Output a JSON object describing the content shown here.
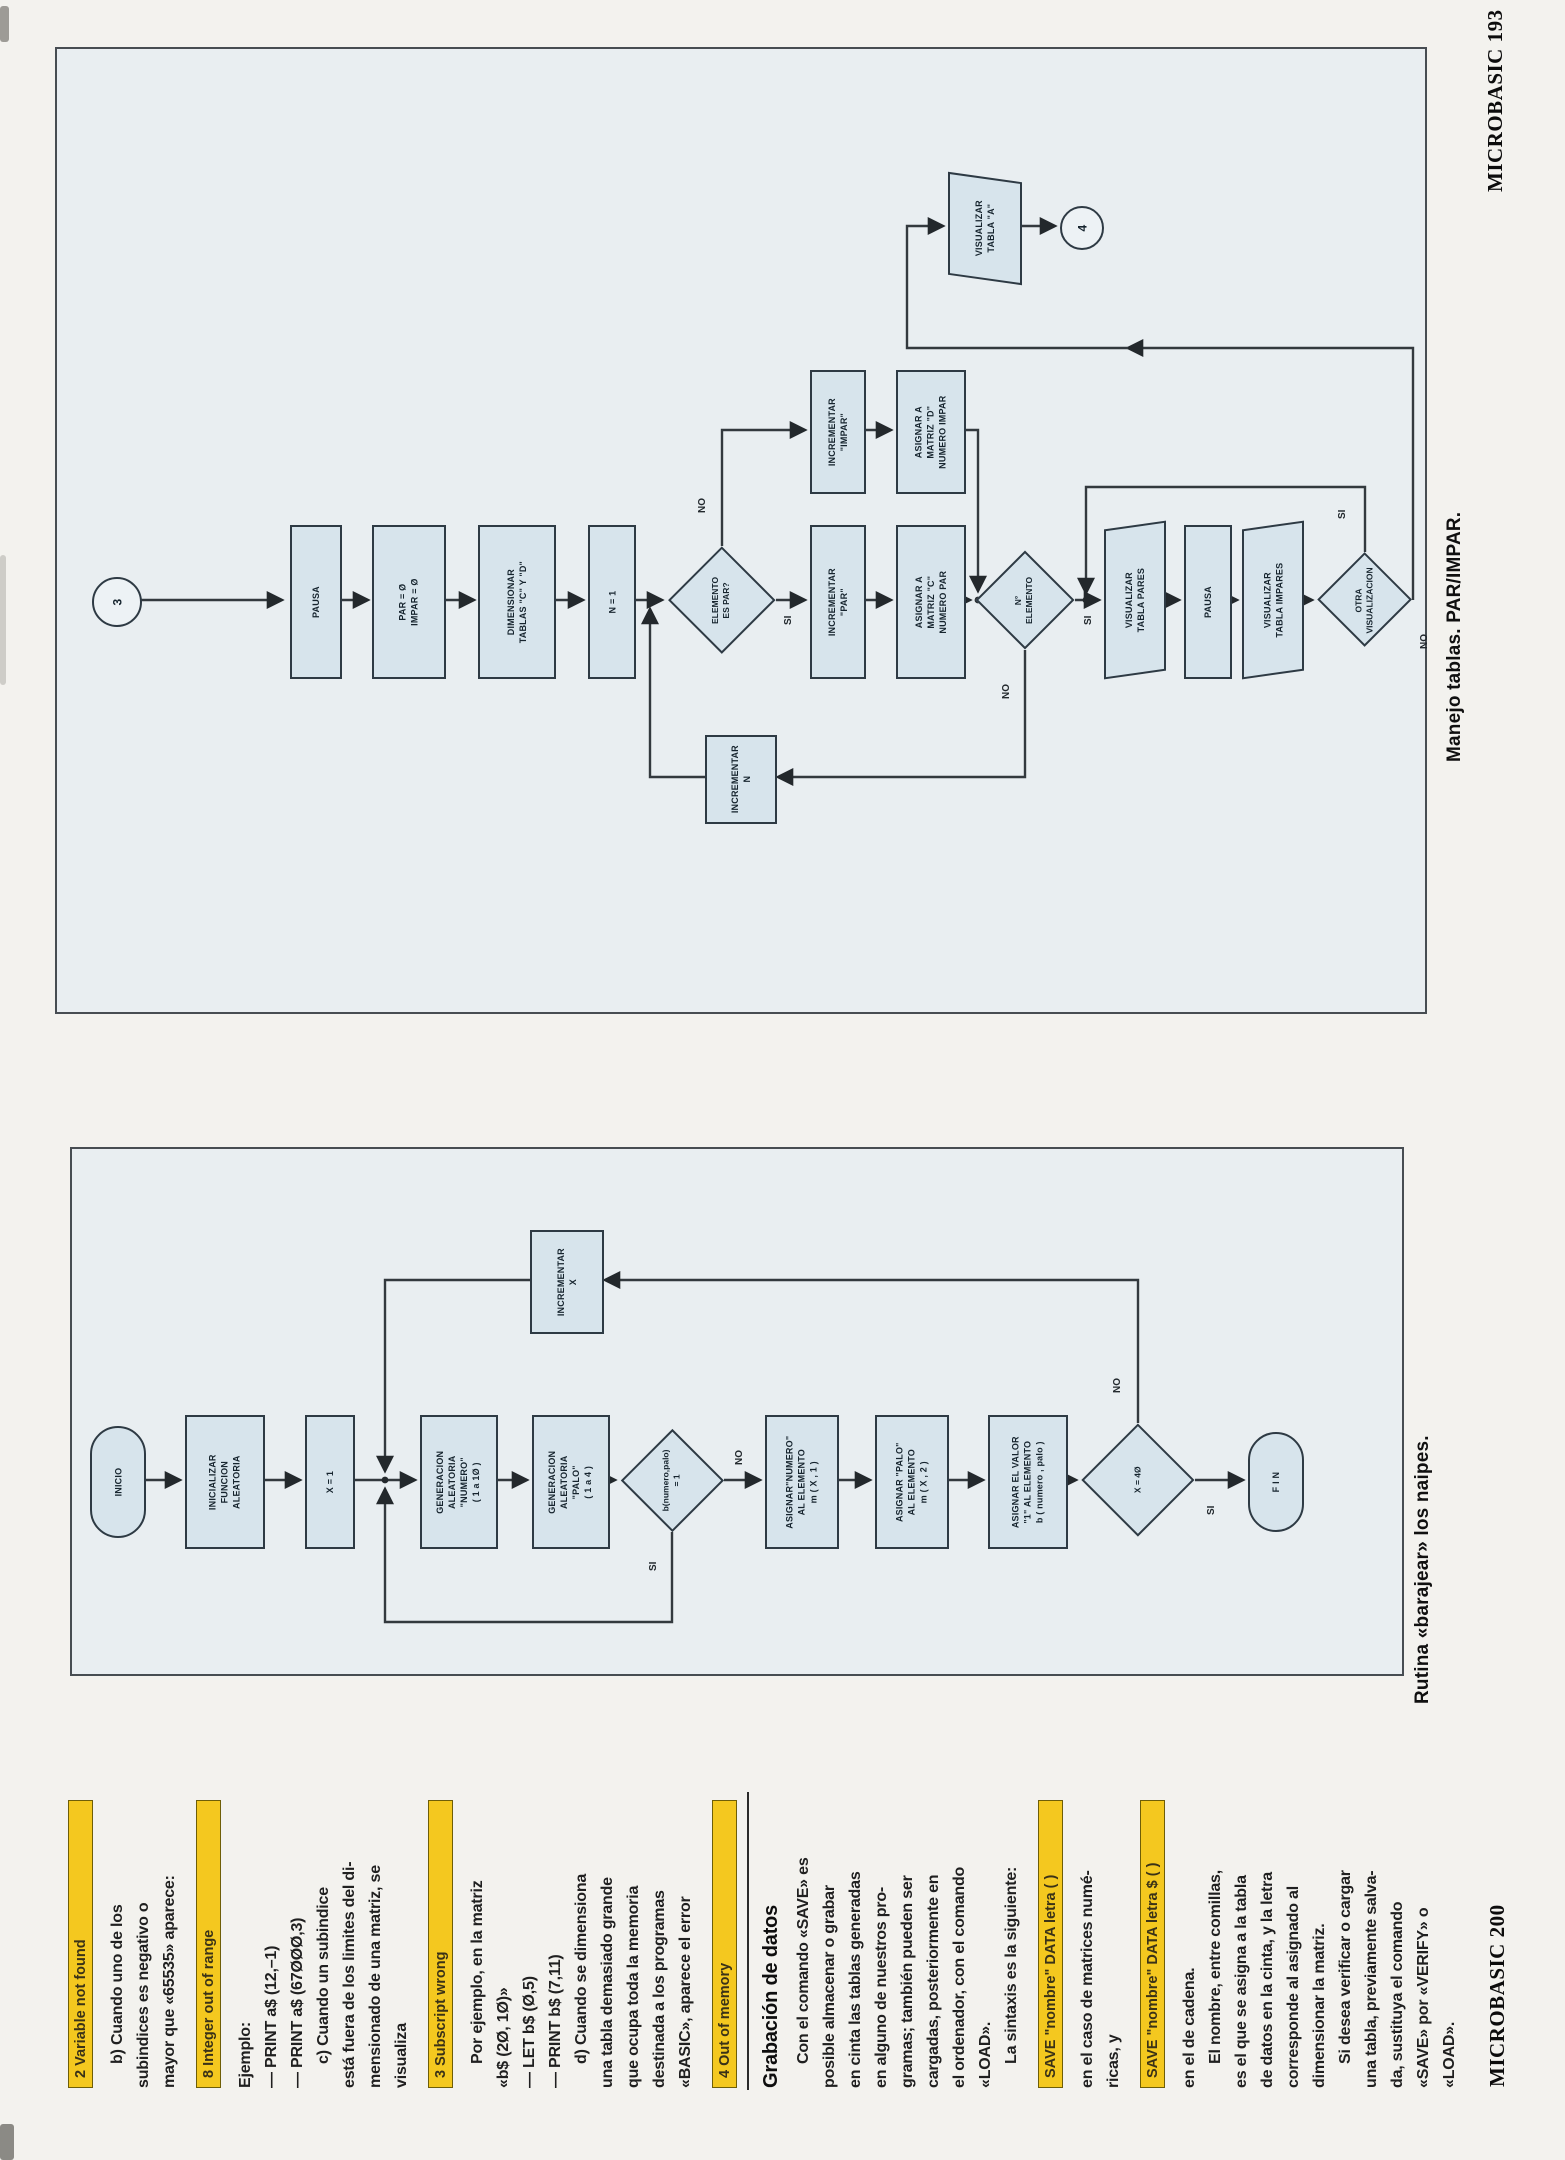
{
  "page": {
    "footer_top": "MICROBASIC 193",
    "footer_bottom": "MICROBASIC 200"
  },
  "colors": {
    "highlight_yellow": "#f4c81f",
    "node_fill": "#d7e4ec",
    "panel_background": "#e9eef1",
    "ink": "#2e3a44"
  },
  "fc1": {
    "caption": "Manejo tablas. PAR/IMPAR.",
    "labels": {
      "start": "3",
      "pausa": "PAUSA",
      "init": "PAR = Ø\nIMPAR = Ø",
      "dim": "DIMENSIONAR\nTABLAS \"C\" Y \"D\"",
      "n1": "N = 1",
      "d_par": "ELEMENTO\nES PAR?",
      "inc_par": "INCREMENTAR\n\"PAR\"",
      "asig_c": "ASIGNAR A\nMATRIZ \"C\"\nNUMERO PAR",
      "inc_impar": "INCREMENTAR\n\"IMPAR\"",
      "asig_d": "ASIGNAR A\nMATRIZ \"D\"\nNUMERO IMPAR",
      "d_elem": "N°\nELEMENTO",
      "inc_n": "INCREMENTAR\nN",
      "vis_pares": "VISUALIZAR\nTABLA PARES",
      "pausa2": "PAUSA",
      "vis_impares": "VISUALIZAR\nTABLA IMPARES",
      "d_otra": "OTRA\nVISUALIZACION",
      "vis_a": "VISUALIZAR\nTABLA \"A\"",
      "end": "4",
      "si": "SI",
      "no": "NO"
    }
  },
  "fc2": {
    "caption": "Rutina «barajear» los naipes.",
    "labels": {
      "inicio": "INICIO",
      "init": "INICIALIZAR\nFUNCION\nALEATORIA",
      "x1": "X = 1",
      "gen_num": "GENERACION\nALEATORIA\n\"NUMERO\"\n( 1 a 1Ø )",
      "gen_palo": "GENERACION\nALEATORIA\n\"PALO\"\n( 1 a 4 )",
      "d_rep": "b(numero,palo)\n= 1",
      "asig_num": "ASIGNAR\"NUMERO\"\nAL ELEMENTO\nm ( X , 1 )",
      "asig_palo": "ASIGNAR \"PALO\"\nAL ELEMENTO\nm ( X , 2 )",
      "asig_val": "ASIGNAR EL VALOR\n\"1\" AL ELEMENTO\nb ( numero , palo )",
      "inc_x": "INCREMENTAR\nX",
      "d_fin": "X = 4Ø",
      "fin": "F I N",
      "si": "SI",
      "no": "NO"
    }
  },
  "bottom_text": {
    "lines": [
      {
        "text": "2 Variable not found",
        "style": "y"
      },
      {
        "text": "b) Cuando uno de los",
        "ind": true,
        "gap": true
      },
      {
        "text": "subindices es negativo o"
      },
      {
        "text": "mayor que «65535» aparece:"
      },
      {
        "text": "8 Integer out of range",
        "style": "y",
        "gap": true
      },
      {
        "text": "Ejemplo:",
        "gap": true
      },
      {
        "text": "— PRINT a$ (12,–1)"
      },
      {
        "text": "— PRINT a$ (67ØØØ,3)"
      },
      {
        "text": "c) Cuando un subindice",
        "ind": true
      },
      {
        "text": "está fuera de los limites del di-"
      },
      {
        "text": "mensionado de una matriz, se"
      },
      {
        "text": "visualiza"
      },
      {
        "text": "3 Subscript wrong",
        "style": "y",
        "gap": true
      },
      {
        "text": "Por ejemplo, en la matriz",
        "ind": true,
        "gap": true
      },
      {
        "text": "«b$ (2Ø, 1Ø)»"
      },
      {
        "text": "— LET b$ (Ø,5)"
      },
      {
        "text": "— PRINT b$ (7,11)"
      },
      {
        "text": "d) Cuando se dimensiona",
        "ind": true
      },
      {
        "text": "una tabla demasiado grande"
      },
      {
        "text": "que ocupa toda la memoria"
      },
      {
        "text": "destinada a los programas"
      },
      {
        "text": "«BASIC», aparece el error"
      },
      {
        "text": "4 Out of memory",
        "style": "y",
        "gap": true
      },
      {
        "text": "Grabación de datos",
        "style": "h",
        "gap": true
      },
      {
        "text": "Con el comando «SAVE» es",
        "ind": true
      },
      {
        "text": "posible almacenar o grabar"
      },
      {
        "text": "en cinta las tablas generadas"
      },
      {
        "text": "en alguno de nuestros pro-"
      },
      {
        "text": "gramas; también pueden ser"
      },
      {
        "text": "cargadas, posteriormente en"
      },
      {
        "text": "el ordenador, con el comando"
      },
      {
        "text": "«LOAD»."
      },
      {
        "text": "La sintaxis es la siguiente:",
        "ind": true
      },
      {
        "text": "SAVE \"nombre\" DATA letra ( )",
        "style": "y",
        "gap": true
      },
      {
        "text": "en el caso de matrices numé-",
        "gap": true
      },
      {
        "text": "ricas, y"
      },
      {
        "text": "SAVE \"nombre\" DATA letra $ ( )",
        "style": "y",
        "gap": true
      },
      {
        "text": "en el de cadena.",
        "gap": true
      },
      {
        "text": "El nombre, entre comillas,",
        "ind": true
      },
      {
        "text": "es el que se asigna a la tabla"
      },
      {
        "text": "de datos en la cinta, y la letra"
      },
      {
        "text": "corresponde al asignado al"
      },
      {
        "text": "dimensionar la matriz."
      },
      {
        "text": "Si desea verificar o cargar",
        "ind": true
      },
      {
        "text": "una tabla, previamente salva-"
      },
      {
        "text": "da, sustituya el comando"
      },
      {
        "text": "«SAVE» por «VERIFY» o"
      },
      {
        "text": "«LOAD»."
      }
    ]
  }
}
